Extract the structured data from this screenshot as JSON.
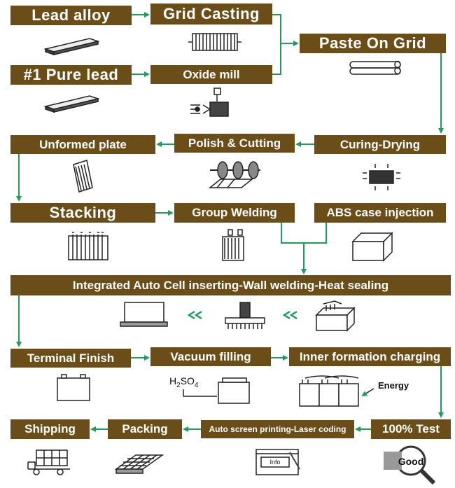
{
  "steps": {
    "lead_alloy": "Lead alloy",
    "grid_casting": "Grid Casting",
    "paste_on_grid": "Paste On Grid",
    "pure_lead": "#1 Pure lead",
    "oxide_mill": "Oxide mill",
    "unformed_plate": "Unformed plate",
    "polish_cutting": "Polish & Cutting",
    "curing_drying": "Curing-Drying",
    "stacking": "Stacking",
    "group_welding": "Group Welding",
    "abs_case": "ABS case injection",
    "integrated": "Integrated Auto Cell inserting-Wall welding-Heat sealing",
    "terminal_finish": "Terminal Finish",
    "vacuum_filling": "Vacuum filling",
    "inner_formation": "Inner formation charging",
    "shipping": "Shipping",
    "packing": "Packing",
    "auto_screen": "Auto screen printing-Laser coding",
    "test": "100% Test"
  },
  "labels": {
    "h2so4_main": "H",
    "h2so4_sub1": "2",
    "h2so4_so": "SO",
    "h2so4_sub2": "4",
    "energy": "Energy",
    "info": "Info",
    "good": "Good"
  },
  "colors": {
    "box_fill": "#6b4d17",
    "box_text": "#ffffff",
    "arrow": "#1e9e5a",
    "icon_stroke": "#222222"
  }
}
